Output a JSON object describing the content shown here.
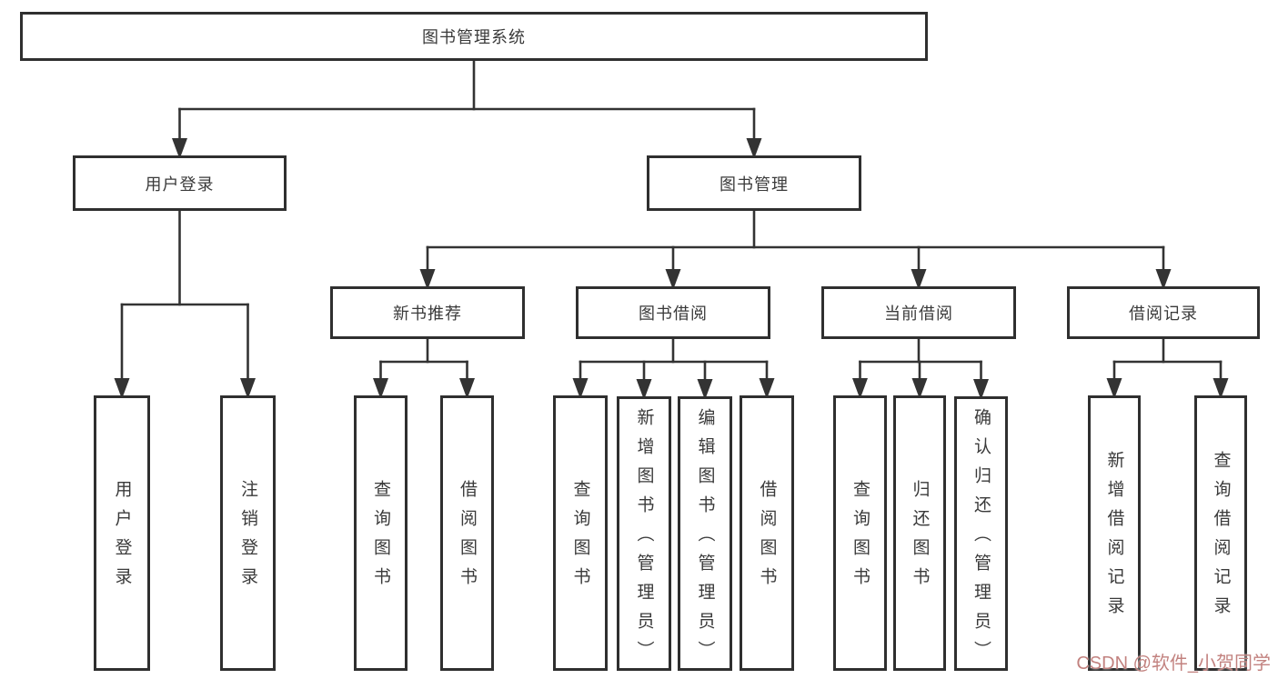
{
  "diagram": {
    "type": "tree",
    "title": "图书管理系统",
    "colors": {
      "line": "#333333",
      "box_border": "#2f2f2f",
      "box_background": "#ffffff",
      "text": "#3a3a3a",
      "watermark": "#c2827f"
    },
    "nodes": [
      {
        "id": "root",
        "label": "图书管理系统",
        "level": 0,
        "parent": null
      },
      {
        "id": "user-login",
        "label": "用户登录",
        "level": 1,
        "parent": "root"
      },
      {
        "id": "book-mgmt",
        "label": "图书管理",
        "level": 1,
        "parent": "root"
      },
      {
        "id": "new-book",
        "label": "新书推荐",
        "level": 2,
        "parent": "book-mgmt"
      },
      {
        "id": "book-borrow",
        "label": "图书借阅",
        "level": 2,
        "parent": "book-mgmt"
      },
      {
        "id": "current-borrow",
        "label": "当前借阅",
        "level": 2,
        "parent": "book-mgmt"
      },
      {
        "id": "borrow-record",
        "label": "借阅记录",
        "level": 2,
        "parent": "book-mgmt"
      },
      {
        "id": "ul-login",
        "label": "用户登录",
        "level": 2,
        "parent": "user-login"
      },
      {
        "id": "ul-logout",
        "label": "注销登录",
        "level": 2,
        "parent": "user-login"
      },
      {
        "id": "nb-query",
        "label": "查询图书",
        "level": 3,
        "parent": "new-book"
      },
      {
        "id": "nb-borrow",
        "label": "借阅图书",
        "level": 3,
        "parent": "new-book"
      },
      {
        "id": "bb-query",
        "label": "查询图书",
        "level": 3,
        "parent": "book-borrow"
      },
      {
        "id": "bb-add",
        "label": "新增图书（管理员）",
        "level": 3,
        "parent": "book-borrow"
      },
      {
        "id": "bb-edit",
        "label": "编辑图书（管理员）",
        "level": 3,
        "parent": "book-borrow"
      },
      {
        "id": "bb-borrow",
        "label": "借阅图书",
        "level": 3,
        "parent": "book-borrow"
      },
      {
        "id": "cb-query",
        "label": "查询图书",
        "level": 3,
        "parent": "current-borrow"
      },
      {
        "id": "cb-return",
        "label": "归还图书",
        "level": 3,
        "parent": "current-borrow"
      },
      {
        "id": "cb-confirm",
        "label": "确认归还（管理员）",
        "level": 3,
        "parent": "current-borrow"
      },
      {
        "id": "br-add",
        "label": "新增借阅记录",
        "level": 3,
        "parent": "borrow-record"
      },
      {
        "id": "br-query",
        "label": "查询借阅记录",
        "level": 3,
        "parent": "borrow-record"
      }
    ],
    "edges": [
      {
        "from": "root",
        "to": [
          "user-login",
          "book-mgmt"
        ]
      },
      {
        "from": "user-login",
        "to": [
          "ul-login",
          "ul-logout"
        ]
      },
      {
        "from": "book-mgmt",
        "to": [
          "new-book",
          "book-borrow",
          "current-borrow",
          "borrow-record"
        ]
      },
      {
        "from": "new-book",
        "to": [
          "nb-query",
          "nb-borrow"
        ]
      },
      {
        "from": "book-borrow",
        "to": [
          "bb-query",
          "bb-add",
          "bb-edit",
          "bb-borrow"
        ]
      },
      {
        "from": "current-borrow",
        "to": [
          "cb-query",
          "cb-return",
          "cb-confirm"
        ]
      },
      {
        "from": "borrow-record",
        "to": [
          "br-add",
          "br-query"
        ]
      }
    ],
    "watermark": {
      "text": "CSDN @软件_小贺同学"
    }
  }
}
